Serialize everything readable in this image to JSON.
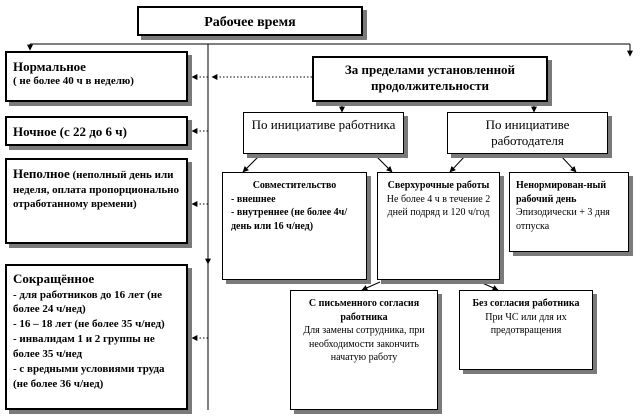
{
  "root": {
    "title": "Рабочее время"
  },
  "left_boxes": [
    {
      "title": "Нормальное",
      "desc": " ( не более 40 ч в неделю)"
    },
    {
      "title": "Ночное (с 22 до 6 ч)"
    },
    {
      "title": "Неполное",
      "desc": " (неполный день или неделя, оплата пропорционально отработанному времени)"
    },
    {
      "title": "Сокращённое",
      "lines": [
        "- для работников до 16 лет (не более 24 ч/нед)",
        "- 16 – 18 лет (не более 35 ч/нед)",
        "- инвалидам 1 и 2 группы не более 35 ч/нед",
        "- с вредными условиями труда (не более 36 ч/нед)"
      ]
    }
  ],
  "overtime": {
    "title": "За пределами установленной продолжительности"
  },
  "initiative_employee": {
    "title": "По инициативе работника"
  },
  "initiative_employer": {
    "title": "По инициативе работодателя"
  },
  "combination": {
    "title": "Совместительство",
    "lines": [
      "- внешнее",
      "- внутреннее (не более 4ч/день или 16 ч/нед)"
    ]
  },
  "extra_work": {
    "lines": [
      "Сверхурочные работы",
      "Не более 4 ч в течение 2 дней подряд и 120 ч/год"
    ]
  },
  "irregular": {
    "lines": [
      "Ненормирован-ный рабочий день",
      "Эпизодически + 3 дня отпуска"
    ]
  },
  "with_consent": {
    "lines": [
      "С письменного согласия работника",
      "Для замены сотрудника, при необходимости закончить начатую работу"
    ]
  },
  "without_consent": {
    "lines": [
      "Без согласия работника",
      "При ЧС или для их предотвращения"
    ]
  }
}
